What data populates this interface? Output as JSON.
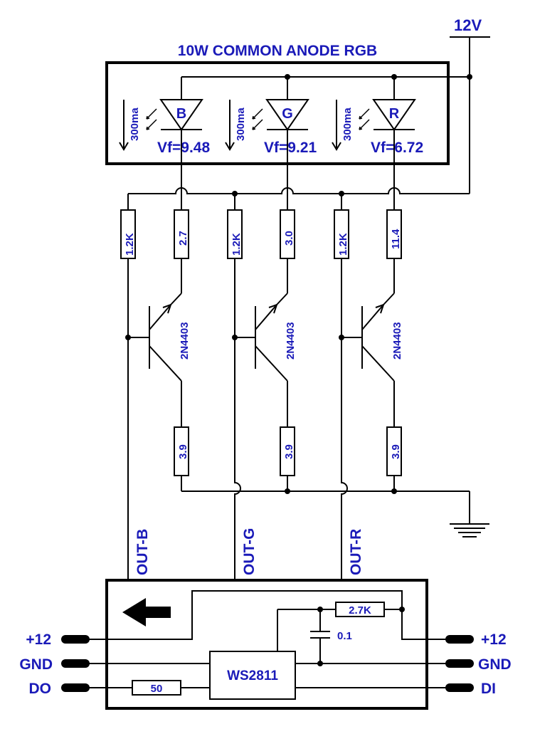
{
  "supply": {
    "label": "12V"
  },
  "led_module": {
    "title": "10W COMMON ANODE RGB",
    "channels": [
      {
        "letter": "B",
        "current": "300ma",
        "vf": "Vf=9.48"
      },
      {
        "letter": "G",
        "current": "300ma",
        "vf": "Vf=9.21"
      },
      {
        "letter": "R",
        "current": "300ma",
        "vf": "Vf=6.72"
      }
    ]
  },
  "resistors": {
    "base": [
      "1.2K",
      "1.2K",
      "1.2K"
    ],
    "collector": [
      "2.7",
      "3.0",
      "11.4"
    ],
    "emitter": [
      "3.9",
      "3.9",
      "3.9"
    ]
  },
  "transistors": [
    "2N4403",
    "2N4403",
    "2N4403"
  ],
  "outputs": [
    "OUT-B",
    "OUT-G",
    "OUT-R"
  ],
  "controller": {
    "chip": "WS2811",
    "resistor_top": "2.7K",
    "capacitor": "0.1",
    "resistor_do": "50",
    "pins_left": [
      "+12",
      "GND",
      "DO"
    ],
    "pins_right": [
      "+12",
      "GND",
      "DI"
    ]
  }
}
